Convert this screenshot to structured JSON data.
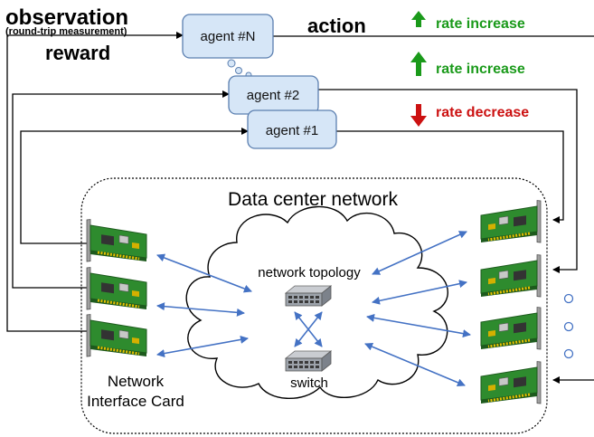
{
  "header": {
    "observation": "observation",
    "observation_sub": "(round-trip measurement)",
    "reward": "reward",
    "action": "action"
  },
  "agents": [
    {
      "label": "agent #N"
    },
    {
      "label": "agent #2"
    },
    {
      "label": "agent #1"
    }
  ],
  "rate_signals": [
    {
      "text": "rate increase",
      "direction": "up",
      "color": "#1a9a1a"
    },
    {
      "text": "rate increase",
      "direction": "up",
      "color": "#1a9a1a"
    },
    {
      "text": "rate decrease",
      "direction": "down",
      "color": "#cc1111"
    }
  ],
  "network": {
    "title": "Data center network",
    "topology_label": "network topology",
    "switch_label": "switch",
    "nic_label_line1": "Network",
    "nic_label_line2": "Interface Card"
  },
  "colors": {
    "agent_fill": "#d6e6f7",
    "agent_stroke": "#5b7fb0",
    "link_arrow": "#4472c4",
    "nic_board": "#2e8b2e",
    "nic_bracket": "#9a9a9a"
  },
  "icons": {
    "nic": "network-interface-card-icon",
    "switch": "network-switch-icon",
    "ellipsis": "vertical-dots-icon"
  }
}
